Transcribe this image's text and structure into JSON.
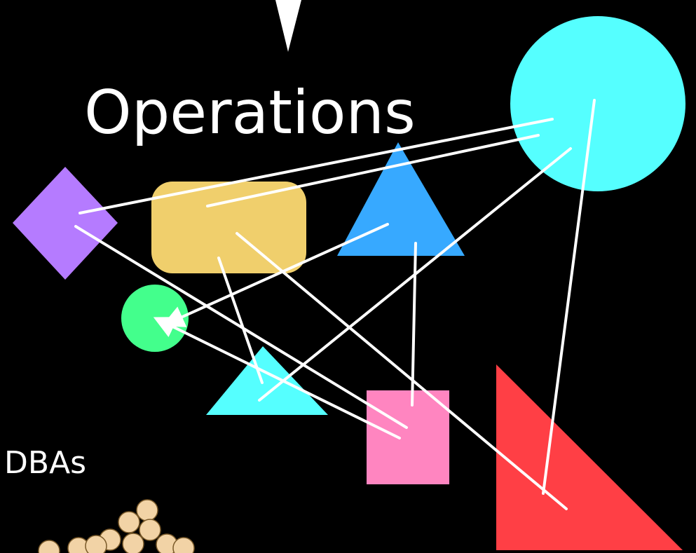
{
  "slide": {
    "title": "Operations",
    "side_label": "DBAs"
  },
  "shapes": [
    {
      "id": "diamond",
      "color": "#b57bff"
    },
    {
      "id": "rounded-rect",
      "color": "#f0cf6c"
    },
    {
      "id": "blue-triangle",
      "color": "#37a9ff"
    },
    {
      "id": "big-circle",
      "color": "#55ffff"
    },
    {
      "id": "small-circle",
      "color": "#43ff8c"
    },
    {
      "id": "cyan-triangle",
      "color": "#55ffff"
    },
    {
      "id": "pink-rect",
      "color": "#ff85c0"
    },
    {
      "id": "red-triangle",
      "color": "#ff3f45"
    }
  ],
  "connector_color": "#ffffff",
  "people_icon": {
    "name": "people-group-icon",
    "color": "#f2d3a6"
  }
}
